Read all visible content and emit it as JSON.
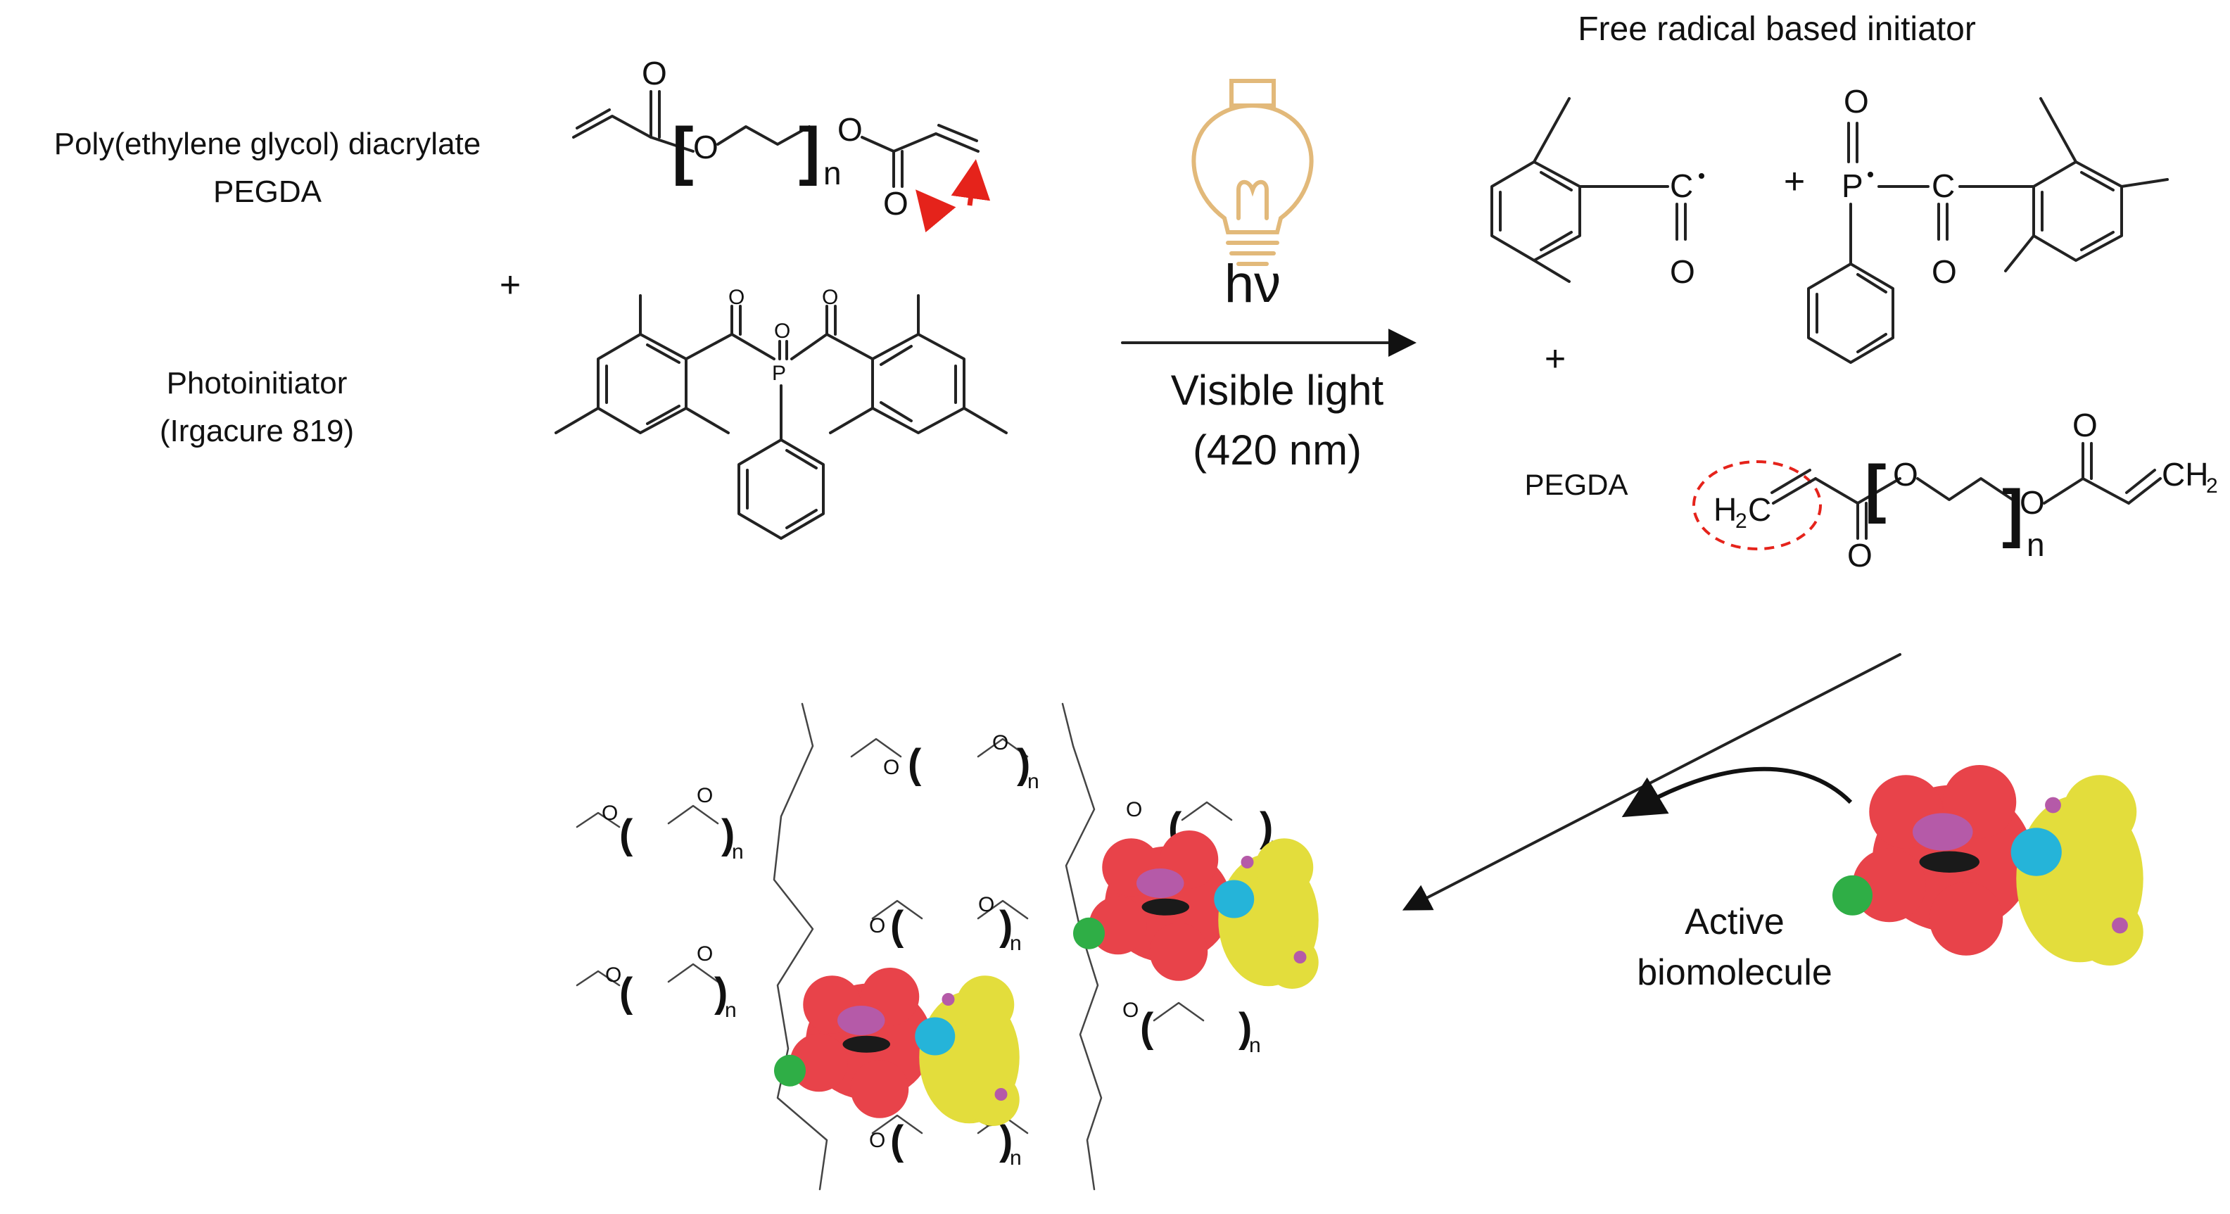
{
  "labels": {
    "pegda_name_line1": "Poly(ethylene glycol) diacrylate",
    "pegda_name_line2": "PEGDA",
    "plus1": "+",
    "photoinitiator_line1": "Photoinitiator",
    "photoinitiator_line2": "(Irgacure 819)",
    "hv": "hν",
    "visible_light_line1": "Visible light",
    "visible_light_line2": "(420 nm)",
    "free_radical_title": "Free radical based initiator",
    "plus2": "+",
    "plus3": "+",
    "pegda_short": "PEGDA",
    "active_biomolecule_line1": "Active",
    "active_biomolecule_line2": "biomolecule"
  },
  "atoms": {
    "O": "O",
    "P": "P",
    "C": "C",
    "n": "n",
    "H2C": "H",
    "H2C_sub": "2",
    "H2C_tail": "C",
    "CH2": "CH",
    "CH2_sub": "2"
  },
  "colors": {
    "arrow_red": "#e5231b",
    "dashed_circle": "#e5231b",
    "bulb": "#e2b97a",
    "protein_red": "#e8434a",
    "protein_yellow": "#e3dd3c",
    "protein_cyan": "#25b4d9",
    "protein_magenta": "#b55aa8",
    "protein_green": "#2fae46",
    "protein_dark": "#1a1a1a"
  }
}
